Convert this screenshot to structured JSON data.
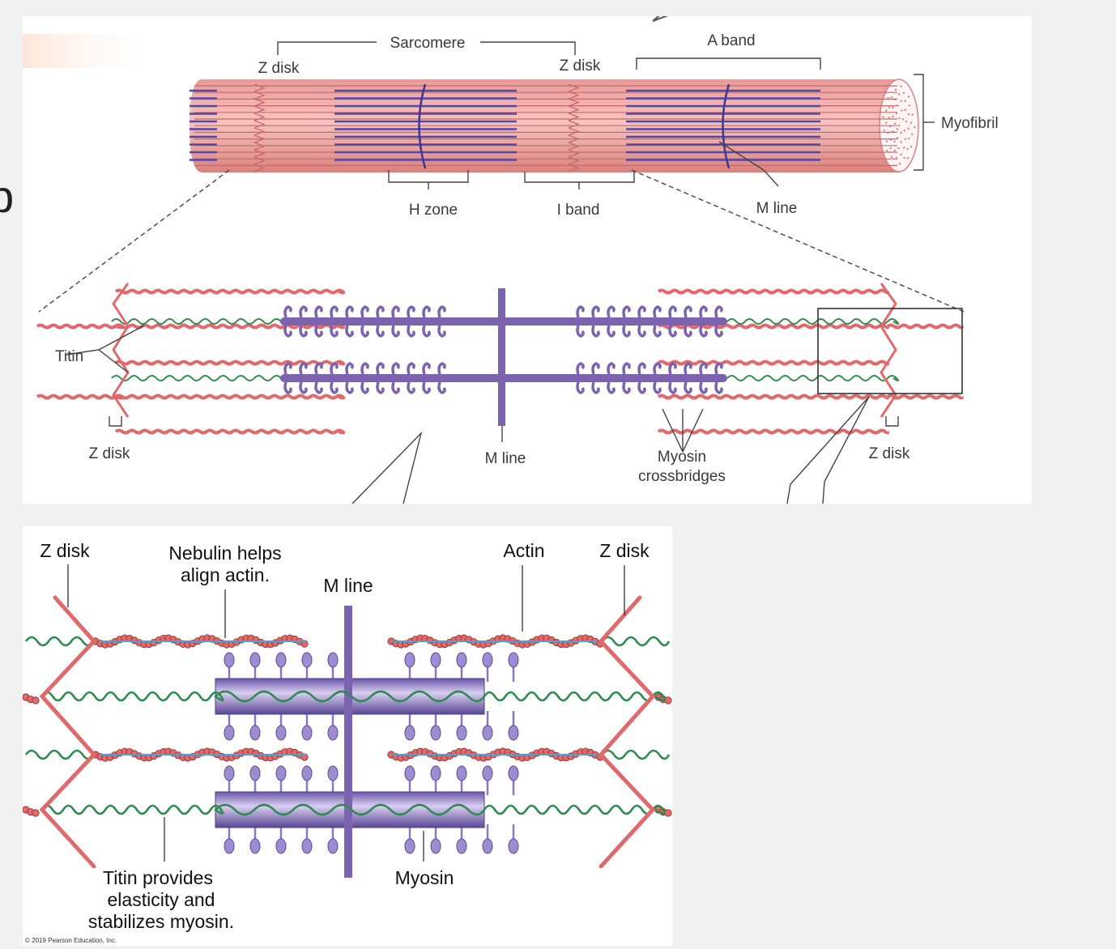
{
  "side_letter": "b",
  "top": {
    "labels": {
      "sarcomere": "Sarcomere",
      "a_band": "A band",
      "z_disk_left": "Z disk",
      "z_disk_mid": "Z disk",
      "myofibril": "Myofibril",
      "h_zone": "H zone",
      "i_band": "I band",
      "m_line": "M line"
    }
  },
  "middle": {
    "labels": {
      "titin": "Titin",
      "z_disk_left": "Z disk",
      "m_line": "M line",
      "myosin_line1": "Myosin",
      "myosin_line2": "crossbridges",
      "z_disk_right": "Z disk"
    }
  },
  "bottom": {
    "labels": {
      "z_disk_left": "Z disk",
      "nebulin_line1": "Nebulin helps",
      "nebulin_line2": "align actin.",
      "m_line": "M line",
      "actin": "Actin",
      "z_disk_right": "Z disk",
      "titin_line1": "Titin provides",
      "titin_line2": "elasticity and",
      "titin_line3": "stabilizes myosin.",
      "myosin": "Myosin"
    },
    "copyright": "© 2019 Pearson Education, Inc."
  },
  "colors": {
    "actin": "#e0696b",
    "myosin": "#7b63b0",
    "titin": "#2e8b4f",
    "nebulin": "#4aa3d8",
    "myofibril_fill": "#eeaaa8"
  }
}
